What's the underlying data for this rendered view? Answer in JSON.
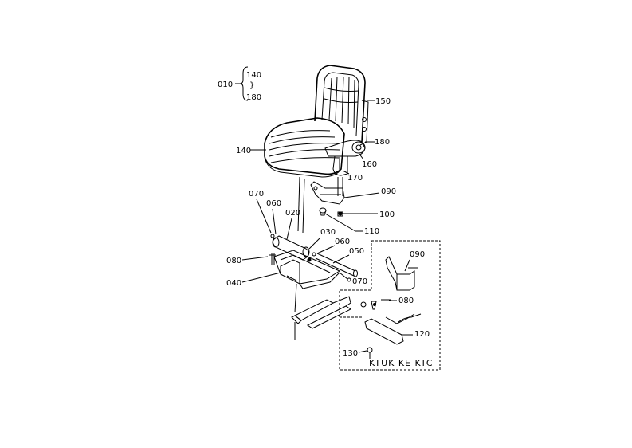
{
  "callouts": {
    "assembly": "010",
    "brace_top": "140",
    "brace_bottom": "180",
    "seat_back": "150",
    "seat_cushion": "140",
    "armrest_180": "180",
    "knob_160": "160",
    "stay_170": "170",
    "bracket_090": "090",
    "bolt_100": "100",
    "nut_110": "110",
    "pin_070_left": "070",
    "washer_060_left": "060",
    "rod_020": "020",
    "nut_030": "030",
    "washer_060_mid": "060",
    "rod_050": "050",
    "bolt_080_left": "080",
    "frame_040": "040",
    "pin_070_right": "070",
    "bracket_090_inset": "090",
    "bolt_080_inset": "080",
    "plate_120": "120",
    "bolt_130": "130"
  },
  "inset": {
    "variant_label": "KTUK KE KTC"
  }
}
